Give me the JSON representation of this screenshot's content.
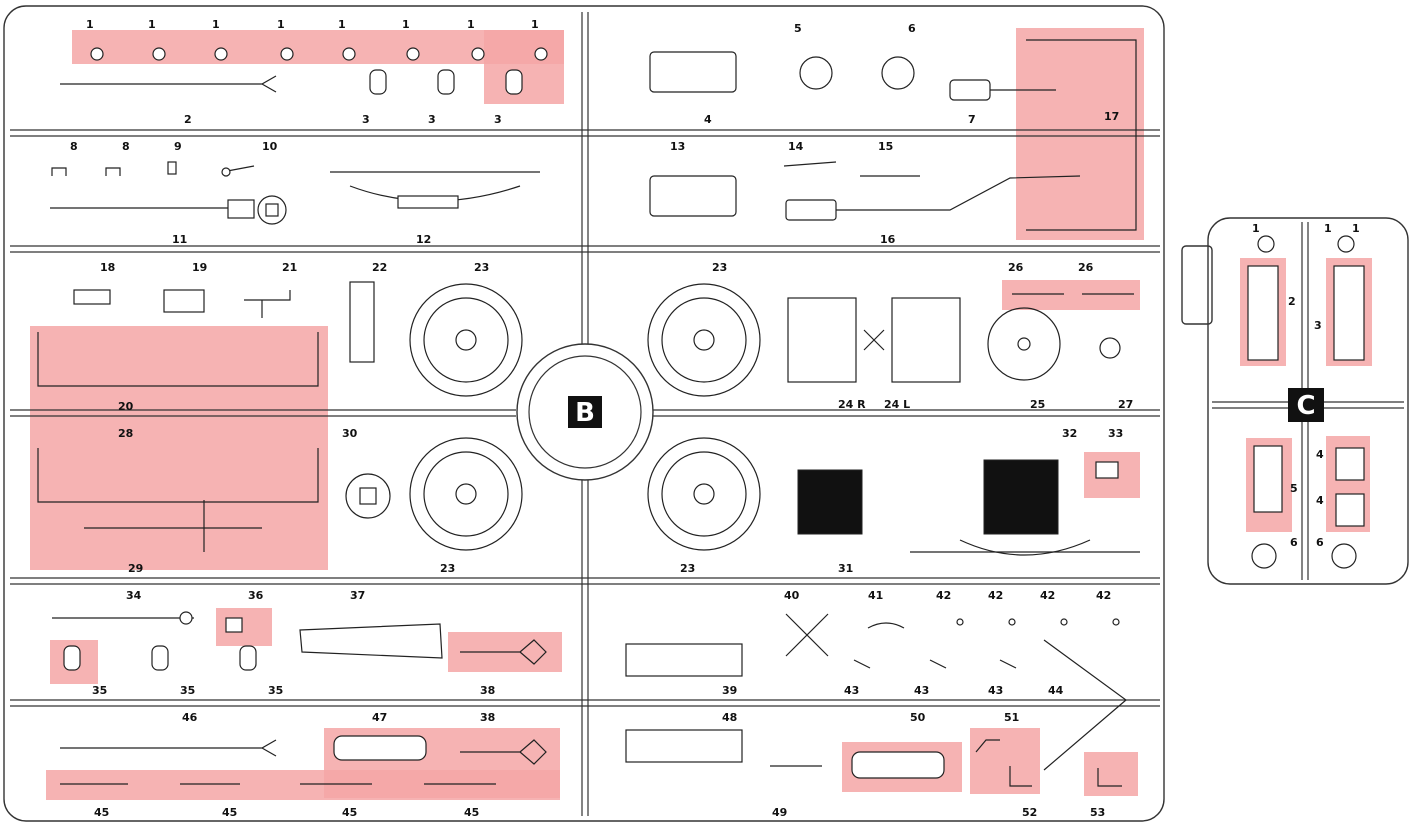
{
  "sprues": [
    {
      "letter": "B",
      "labels": [
        "1",
        "1",
        "1",
        "1",
        "1",
        "1",
        "1",
        "1",
        "2",
        "3",
        "3",
        "3",
        "4",
        "5",
        "6",
        "7",
        "8",
        "8",
        "9",
        "10",
        "11",
        "12",
        "13",
        "14",
        "15",
        "16",
        "17",
        "18",
        "19",
        "21",
        "22",
        "23",
        "23",
        "23",
        "23",
        "24 R",
        "24 L",
        "25",
        "26",
        "26",
        "27",
        "28",
        "29",
        "30",
        "31",
        "32",
        "33",
        "34",
        "35",
        "35",
        "35",
        "36",
        "37",
        "38",
        "38",
        "39",
        "40",
        "41",
        "42",
        "42",
        "42",
        "42",
        "43",
        "43",
        "43",
        "44",
        "45",
        "45",
        "45",
        "45",
        "46",
        "47",
        "48",
        "49",
        "50",
        "51",
        "52",
        "53",
        "20"
      ]
    },
    {
      "letter": "C",
      "labels": [
        "1",
        "1",
        "1",
        "2",
        "3",
        "4",
        "4",
        "5",
        "6",
        "6"
      ]
    }
  ],
  "colors": {
    "highlight": "#f4a6a6",
    "outline": "#222222",
    "badge": "#111111"
  }
}
